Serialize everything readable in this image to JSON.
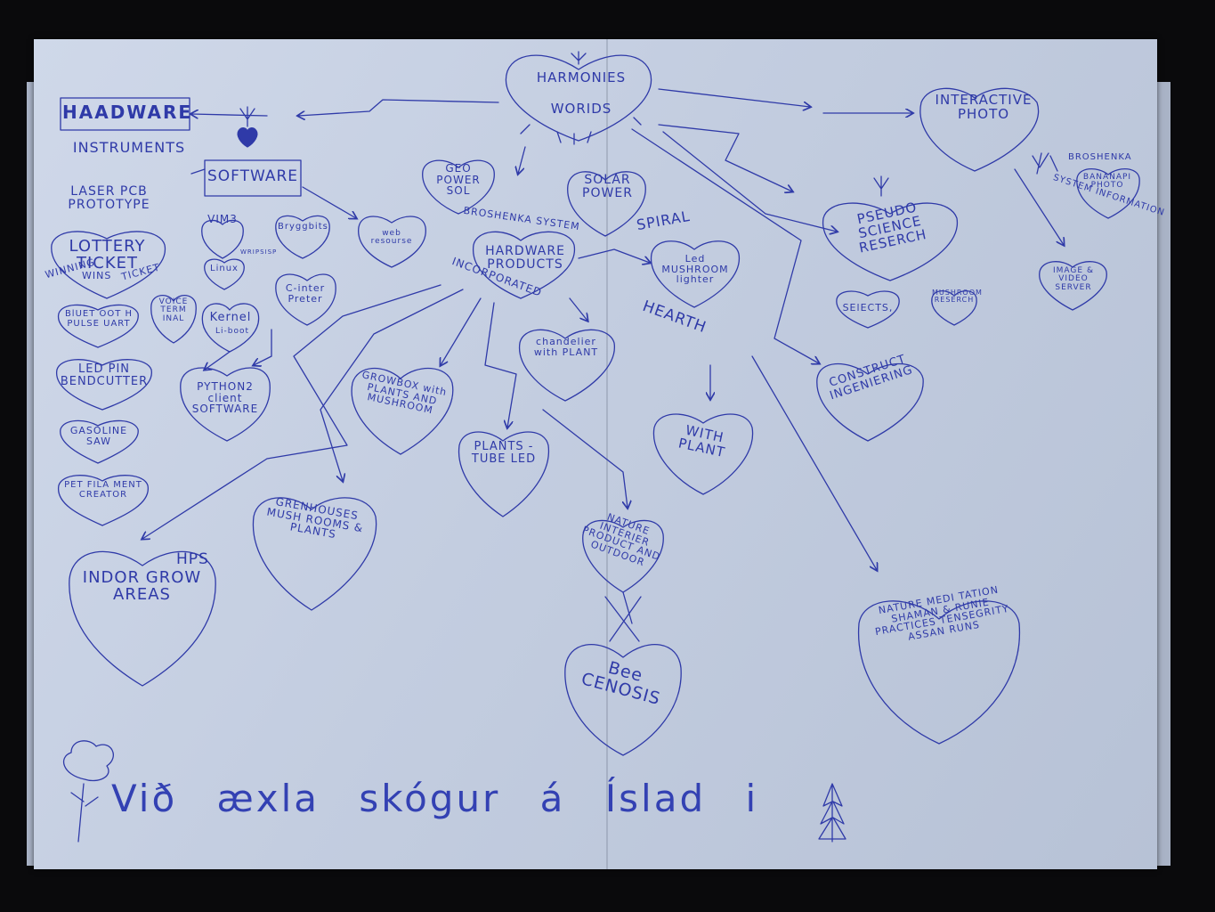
{
  "nodes": {
    "harmonies": "HARMONIES",
    "worlds": "WORIDS",
    "interactive_photo": "INTERACTIVE PHOTO",
    "hardware": "HAADWARE",
    "instruments": "INSTRUMENTS",
    "software": "SOFTWARE",
    "laser_pcb": "LASER PCB PROTOTYPE",
    "lottery_ticket": "LOTTERY TICKET",
    "wins": "WINS",
    "winning": "WINNING",
    "ticket": "TICKET",
    "bluetooth": "BlUET OOT H PULSE UART",
    "led_pin": "LED PIN BENDCUTTER",
    "gasoline_saw": "GASOLINE SAW",
    "pet_filament": "PET FILA MENT CREATOR",
    "vim3": "VIM3",
    "bryggbits": "Bryggbits",
    "linux": "Linux",
    "wripsisp": "WRIPSISP",
    "voice_terminal": "VOICE TERM INAL",
    "kernel": "Kernel",
    "uboot": "Li-boot",
    "c_interpreter": "C-inter Preter",
    "python2": "PYTHON2 client SOFTWARE",
    "web_resource": "web resourse",
    "geo_power": "GEO POWER SOL",
    "solar_power": "SOLAR POWER",
    "broshenka_system": "BROSHENKA SYSTEM",
    "hardware_products": "HARDWARE PRODUCTS",
    "incorporated": "INCORPORATED",
    "spiral": "SPIRAL",
    "led_lighter": "Led MUSHROOM lighter",
    "hearth": "HEARTH",
    "chandelier": "chandelier with PLANT",
    "growbox": "GROWBOX with PLANTS AND MUSHROOM",
    "plants_tube": "PLANTS -TUBE LED",
    "with_plant": "WITH PLANT",
    "greenhouses": "GRENHOUSES MUSH ROOMS & PLANTS",
    "indoor_grow": "INDOR GROW AREAS",
    "hps": "HPS",
    "nature_interior": "NATURE INTERIER PRODUCT AND OUTDOOR",
    "bee_cenosis": "Bee CENOSIS",
    "pseudo_science": "PSEUDO SCIENCE RESERCH",
    "selects": "SElECTS,",
    "mushroom_research": "MUSHROOM RESERCH",
    "construct": "CONSTRUCT INGENIERING",
    "broshenka": "BROSHENKA",
    "banana_photo": "BANANAPI PHOTO",
    "system_information": "SYSTEM INFORMATION",
    "image_video_server": "IMAGE & VIDEO SERVER",
    "nature_meditation": "NATURE MEDI TATION SHAMAN & RUNIE PRACTICES TENSEGRITY ASSAN RUNS"
  },
  "footer": "Við æxla skógur á Íslad i",
  "ink_color": "#2f3aa8",
  "paper_color": "#c8d1e3"
}
